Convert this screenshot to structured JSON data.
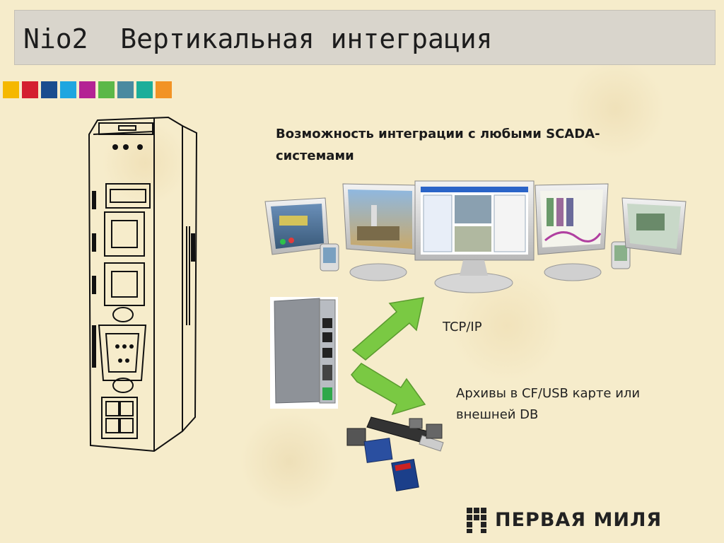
{
  "slide": {
    "title": "Nio2  Вертикальная интеграция",
    "heading": "Возможность интеграции с любыми SCADA-системами",
    "tcp_label": "TCP/IP",
    "archive_label": "Архивы в CF/USB карте или внешней DB",
    "swatch_colors": [
      "#f5b800",
      "#d42030",
      "#1a4d8f",
      "#1fa6e0",
      "#b42394",
      "#5cb848",
      "#4a8aa0",
      "#1cae9a",
      "#f29325"
    ],
    "accent_arrow": "#7ac943",
    "logo_text": "ПЕРВАЯ МИЛЯ"
  }
}
